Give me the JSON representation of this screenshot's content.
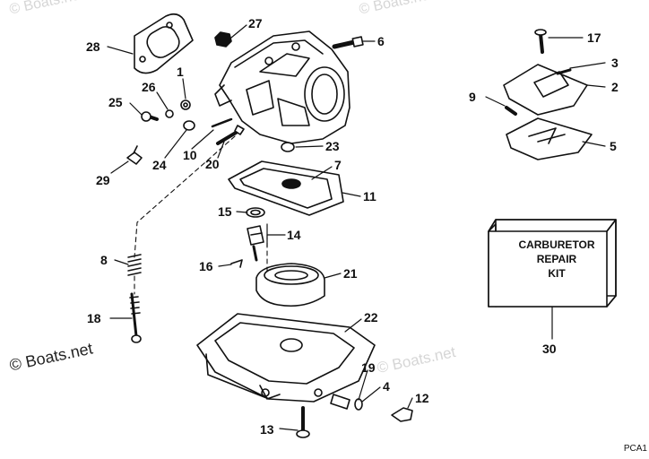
{
  "callouts": [
    {
      "id": "28",
      "label": "28"
    },
    {
      "id": "27",
      "label": "27"
    },
    {
      "id": "6",
      "label": "6"
    },
    {
      "id": "1",
      "label": "1"
    },
    {
      "id": "26",
      "label": "26"
    },
    {
      "id": "25",
      "label": "25"
    },
    {
      "id": "24",
      "label": "24"
    },
    {
      "id": "10",
      "label": "10"
    },
    {
      "id": "20",
      "label": "20"
    },
    {
      "id": "23",
      "label": "23"
    },
    {
      "id": "29",
      "label": "29"
    },
    {
      "id": "7",
      "label": "7"
    },
    {
      "id": "11",
      "label": "11"
    },
    {
      "id": "15",
      "label": "15"
    },
    {
      "id": "14",
      "label": "14"
    },
    {
      "id": "8",
      "label": "8"
    },
    {
      "id": "16",
      "label": "16"
    },
    {
      "id": "21",
      "label": "21"
    },
    {
      "id": "18",
      "label": "18"
    },
    {
      "id": "22",
      "label": "22"
    },
    {
      "id": "19",
      "label": "19"
    },
    {
      "id": "4",
      "label": "4"
    },
    {
      "id": "12",
      "label": "12"
    },
    {
      "id": "13",
      "label": "13"
    },
    {
      "id": "17",
      "label": "17"
    },
    {
      "id": "3",
      "label": "3"
    },
    {
      "id": "2",
      "label": "2"
    },
    {
      "id": "9",
      "label": "9"
    },
    {
      "id": "5",
      "label": "5"
    },
    {
      "id": "30",
      "label": "30"
    }
  ],
  "kit_box": {
    "line1": "CARBURETOR",
    "line2": "REPAIR",
    "line3": "KIT"
  },
  "watermarks": {
    "main": "© Boats.net",
    "faint": "© Boats.net"
  },
  "diagram_code": "PCA1",
  "colors": {
    "ink": "#111111",
    "faint_watermark": "#d6d6d6"
  }
}
